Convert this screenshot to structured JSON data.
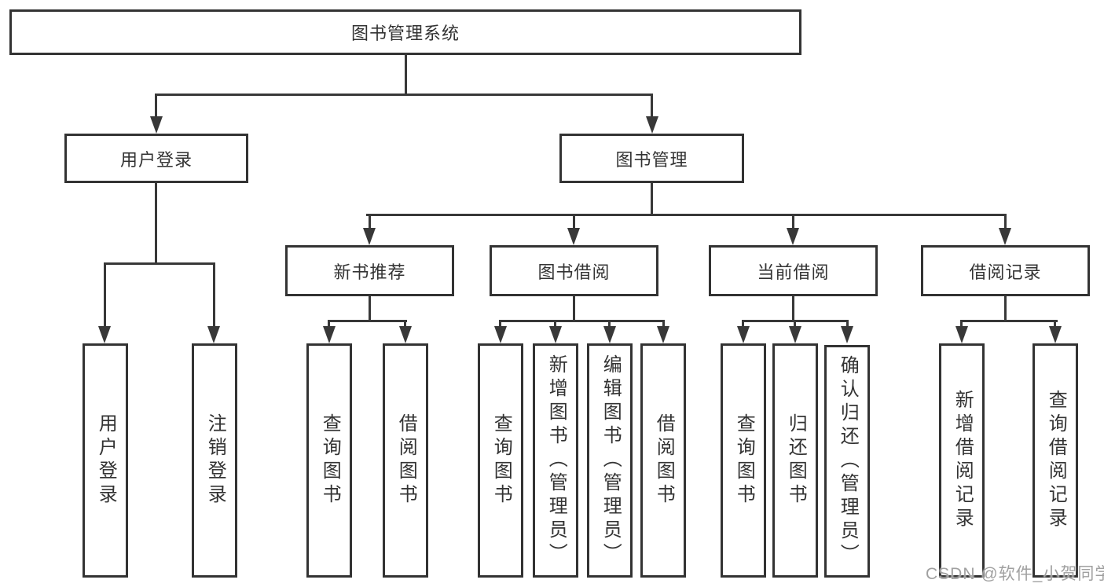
{
  "diagram": {
    "root": {
      "label": "图书管理系统"
    },
    "user_login": {
      "label": "用户登录",
      "children": [
        {
          "label": "用户登录"
        },
        {
          "label": "注销登录"
        }
      ]
    },
    "book_management": {
      "label": "图书管理",
      "sections": [
        {
          "label": "新书推荐",
          "children": [
            {
              "label": "查询图书"
            },
            {
              "label": "借阅图书"
            }
          ]
        },
        {
          "label": "图书借阅",
          "children": [
            {
              "label": "查询图书"
            },
            {
              "label": "新增图书（管理员）"
            },
            {
              "label": "编辑图书（管理员）"
            },
            {
              "label": "借阅图书"
            }
          ]
        },
        {
          "label": "当前借阅",
          "children": [
            {
              "label": "查询图书"
            },
            {
              "label": "归还图书"
            },
            {
              "label": "确认归还（管理员）"
            }
          ]
        },
        {
          "label": "借阅记录",
          "children": [
            {
              "label": "新增借阅记录"
            },
            {
              "label": "查询借阅记录"
            }
          ]
        }
      ]
    },
    "colors": {
      "line": "#383838",
      "box_border": "#333333",
      "text": "#333333",
      "background": "#ffffff"
    }
  },
  "watermark": {
    "text": "CSDN @软件_小贺同学",
    "color": "#a0a0a0"
  }
}
